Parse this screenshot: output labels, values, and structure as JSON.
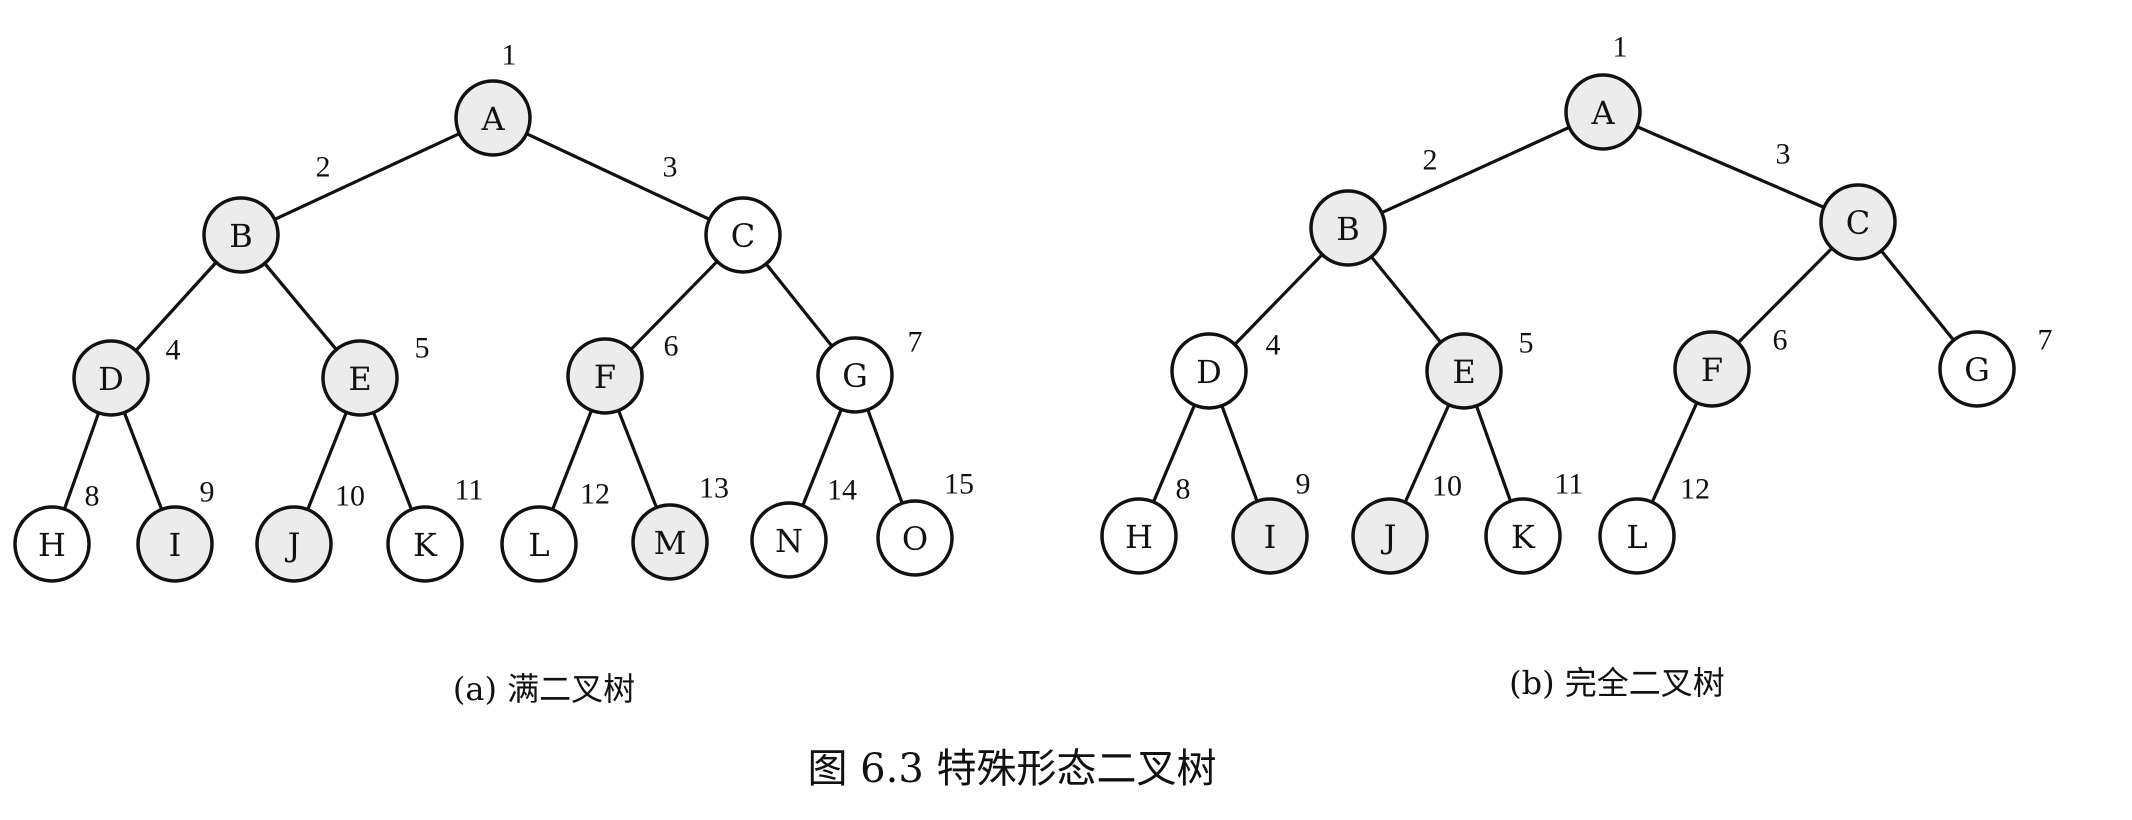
{
  "figure_title": "图 6.3   特殊形态二叉树",
  "trees": [
    {
      "caption": "(a) 满二叉树",
      "nodes": [
        {
          "label": "A",
          "number": "1"
        },
        {
          "label": "B",
          "number": "2"
        },
        {
          "label": "C",
          "number": "3"
        },
        {
          "label": "D",
          "number": "4"
        },
        {
          "label": "E",
          "number": "5"
        },
        {
          "label": "F",
          "number": "6"
        },
        {
          "label": "G",
          "number": "7"
        },
        {
          "label": "H",
          "number": "8"
        },
        {
          "label": "I",
          "number": "9"
        },
        {
          "label": "J",
          "number": "10"
        },
        {
          "label": "K",
          "number": "11"
        },
        {
          "label": "L",
          "number": "12"
        },
        {
          "label": "M",
          "number": "13"
        },
        {
          "label": "N",
          "number": "14"
        },
        {
          "label": "O",
          "number": "15"
        }
      ]
    },
    {
      "caption": "(b) 完全二叉树",
      "nodes": [
        {
          "label": "A",
          "number": "1"
        },
        {
          "label": "B",
          "number": "2"
        },
        {
          "label": "C",
          "number": "3"
        },
        {
          "label": "D",
          "number": "4"
        },
        {
          "label": "E",
          "number": "5"
        },
        {
          "label": "F",
          "number": "6"
        },
        {
          "label": "G",
          "number": "7"
        },
        {
          "label": "H",
          "number": "8"
        },
        {
          "label": "I",
          "number": "9"
        },
        {
          "label": "J",
          "number": "10"
        },
        {
          "label": "K",
          "number": "11"
        },
        {
          "label": "L",
          "number": "12"
        }
      ]
    }
  ]
}
